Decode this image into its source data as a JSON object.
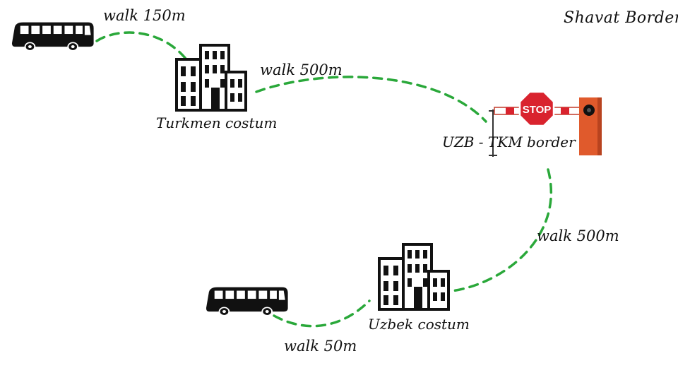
{
  "title": "Shavat Border",
  "places": {
    "turkmen": "Turkmen costum",
    "border": "UZB - TKM border",
    "uzbek": "Uzbek costum"
  },
  "walks": {
    "w1": "walk 150m",
    "w2": "walk 500m",
    "w3": "walk 500m",
    "w4": "walk 50m"
  },
  "sign": {
    "text": "STOP"
  },
  "icons": [
    "bus-icon",
    "building-icon",
    "barrier-gate-icon",
    "stop-sign-icon"
  ],
  "colors": {
    "path": "#2aa83a",
    "barrier": "#e05a2c",
    "stop": "#d9232e",
    "ink": "#111111"
  }
}
